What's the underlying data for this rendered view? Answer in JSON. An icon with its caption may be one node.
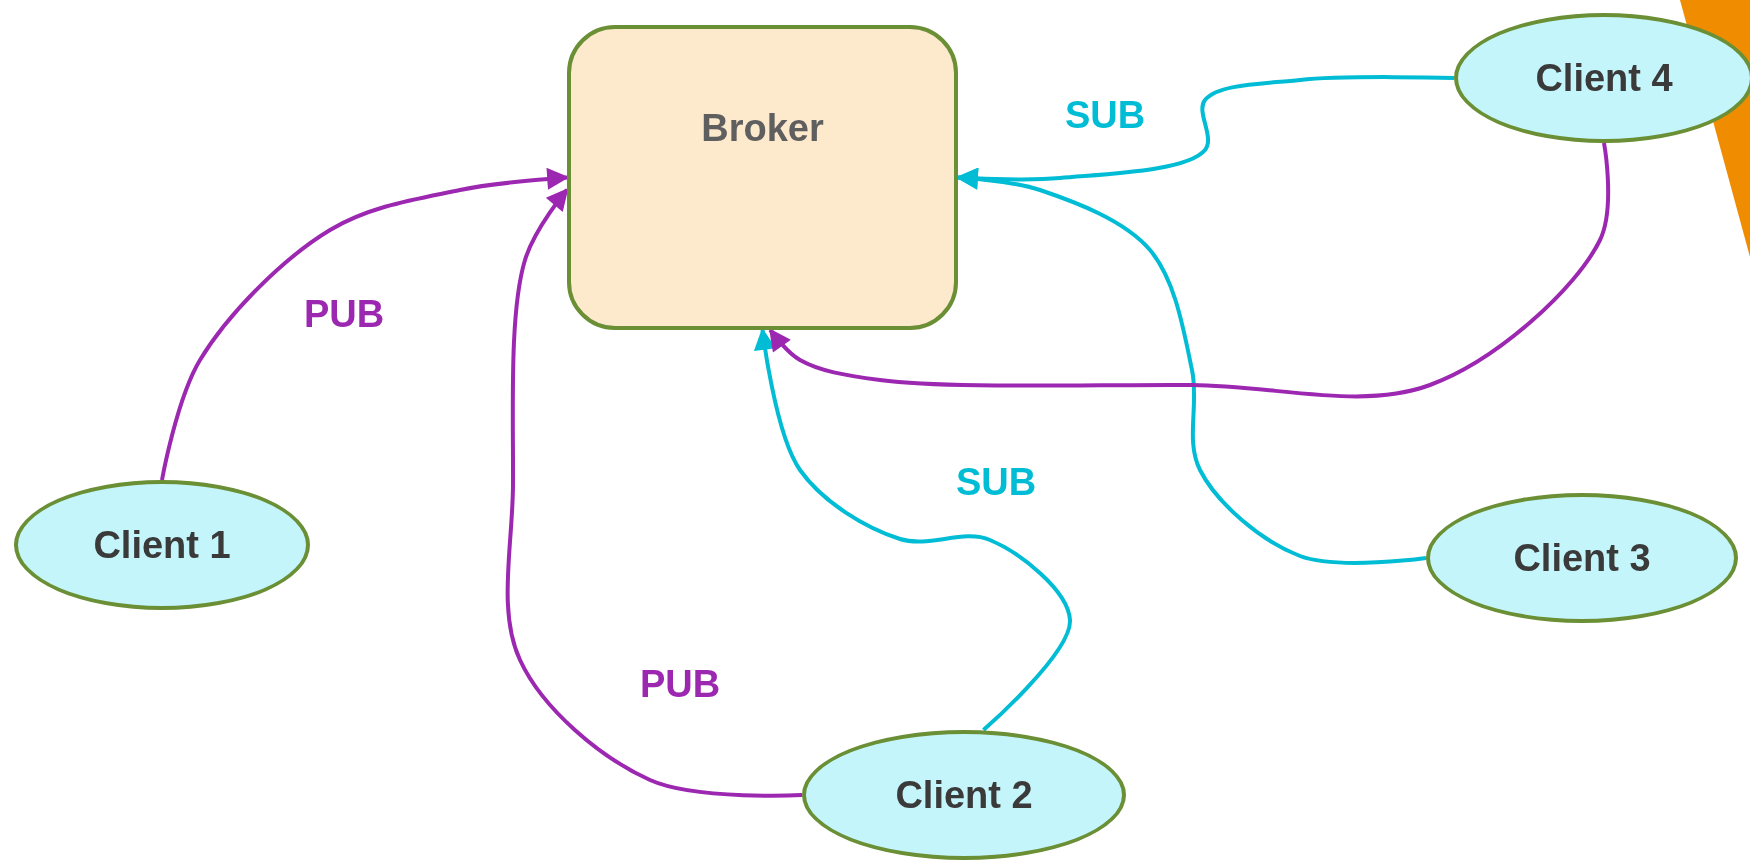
{
  "diagram": {
    "nodes": [
      {
        "text": [
          "Broker"
        ]
      },
      {
        "text": [
          "Client 1"
        ]
      },
      {
        "text": [
          "Client 2"
        ]
      },
      {
        "text": [
          "Client 3"
        ]
      },
      {
        "text": [
          "Client 4"
        ]
      }
    ],
    "edges": [
      {
        "from": 1,
        "to": 0,
        "arrow": "to",
        "label": "PUB",
        "color": "#9c27b0"
      },
      {
        "from": 2,
        "to": 0,
        "arrow": "to",
        "label": "PUB",
        "color": "#9c27b0"
      },
      {
        "from": 2,
        "to": 0,
        "arrow": "to",
        "label": "SUB",
        "color": "#00bcd4"
      },
      {
        "from": 4,
        "to": 0,
        "arrow": "to",
        "label": "SUB",
        "color": "#00bcd4"
      },
      {
        "from": 3,
        "to": 0,
        "arrow": "to",
        "color": "#00bcd4"
      },
      {
        "from": 4,
        "to": 0,
        "arrow": "to",
        "color": "#9c27b0"
      }
    ]
  }
}
